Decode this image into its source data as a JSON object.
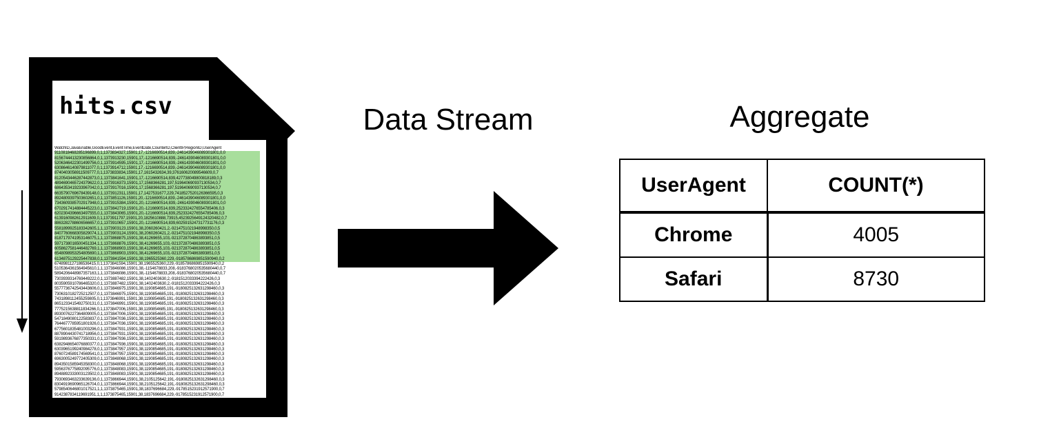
{
  "file_card": {
    "filename": "hits.csv",
    "highlight_color": "#a8de9c",
    "csv_header": "WatchID,JavaEnable,GoodEvent,EventTime,EventDate,CounterID,ClientIP,RegionID,UserAgent",
    "highlighted_rows": [
      "9110818468285196899,0,1,1373834327,15901,17,-1216690514,839,-2461439046089301801,0,0",
      "8156744413230856864,0,1,1373913230,15901,17,-1216690514,839,-2461439046089301801,0,0",
      "5206346422301499756,0,1,1373914595,15901,17,-1216690514,839,-2461439046089301801,0,0",
      "6308646140879811077,0,1,1373914712,15901,17,-1216690514,839,-2461439046089301801,0,0",
      "8740403056911509777,0,1,1373833834,15901,17,1615432634,39,376160620089546609,0,7",
      "8120543446287442873,0,1,1373841641,15901,17,-1216690514,839,427738049800818189,0,3",
      "4894690465724379622,0,1,1373916373,15901,17,1568366281,197,519640690937130534,0,7",
      "6864353419233967042,0,1,1373917016,15901,17,1568366281,197,519640690937130534,0,7",
      "6635790769678439148,0,1,1373912311,15901,17,1427531677,229,7418527520126366595,0,3",
      "8924809397503602651,0,1,1373851126,15901,20,-1216690514,839,-2461439046089301801,0,0",
      "7343609385702917948,0,1,1373915384,15901,20,-1216690514,839,-2461439046089301801,0,0",
      "6702917414884445223,0,1,1373842719,15901,20,-1216690514,839,2523324276554785406,0,3",
      "6202304396663497555,0,1,1373843065,15901,20,-1216690514,839,2523324276554785406,0,3",
      "6139160982612911609,0,1,1373911797,15901,20,1825610888,73915,4523925649124320482,0,7",
      "8863282788606566657,0,1,1373910657,15901,20,-1216690514,839,6025915247317731176,0,3",
      "5581899925183342605,1,1,1373903123,15901,38,2060260421,2,-9214751021948998350,0,5",
      "8407760668305829074,1,1,1373903124,15901,38,2060260421,2,-9214751021948998350,0,5",
      "8187179741953146075,1,1,1373868875,15901,38,41269655,103,-9213728704863893851,0,5",
      "5971738016500451334,1,1,1373868876,15901,38,41269655,103,-9213728704863893851,0,5",
      "6058627581446482769,1,1,1373868903,15901,38,41269655,103,-9213728704863893851,0,5",
      "6548098953254805690,1,1,1373868903,15901,38,41269655,103,-9213728704863893851,0,5",
      "6134875129225447838,0,1,1373841594,15901,38,1965525360,229,-9185786869851590940,0,2"
    ],
    "plain_rows": [
      "6748981127186536415,0,1,1373841594,15901,38,1965525360,229,-9185786869851590940,0,2",
      "5105364361564945610,1,1,1373846086,15901,38,-1154678833,208,-9183768020535680440,0,7",
      "5894206448987357163,1,1,1373846086,15901,38,-1154678833,208,-9183768020535680440,0,7",
      "7303939314769449222,0,1,1373887482,15901,38,1402403630,2,-9181512033394222426,0,3",
      "8035905910786465320,0,1,1373887482,15901,38,1402403630,2,-9181512033394222426,0,3",
      "5577736742543443606,0,1,1373846975,15901,38,1190854685,191,-9180825132631298460,0,3",
      "7306310182725212507,0,1,1373846975,15901,38,1190854685,191,-9180825132631298460,0,3",
      "7431898112455259805,0,1,1373846991,15901,38,1190854685,191,-9180825132631298460,0,3",
      "8651233415492750131,0,1,1373846991,15901,38,1190854685,191,-9180825132631298460,0,3",
      "7775215638811834266,0,1,1373847006,15901,38,1190854685,191,-9180825132631298460,0,3",
      "8930076227364809005,0,1,1373847006,15901,38,1190854685,191,-9180825132631298460,0,3",
      "5471849080122583837,0,1,1373847036,15901,38,1190854685,191,-9180825132631298460,0,3",
      "7644677785951801926,0,1,1373847036,15901,38,1190854685,191,-9180825132631298460,0,3",
      "6775601835481003296,0,1,1373847931,15901,38,1190854685,191,-9180825132631298460,0,3",
      "8878904430741718956,0,1,1373847931,15901,38,1190854685,191,-9180825132631298460,0,3",
      "5919893676877350331,0,1,1373847936,15901,38,1190854685,191,-9180825132631298460,0,3",
      "6382948654076880377,0,1,1373847936,15901,38,1190854685,191,-9180825132631298460,0,3",
      "6303965199240984278,0,1,1373847957,15901,38,1190854685,191,-9180825132631298460,0,3",
      "8760724589174569541,0,1,1373847957,15901,38,1190854685,191,-9180825132631298460,0,3",
      "6963005249772405309,0,1,1373848068,15901,38,1190854685,191,-9180825132631298460,0,3",
      "8943501585945358300,0,1,1373848068,15901,38,1190854685,191,-9180825132631298460,0,3",
      "5956376775892095776,0,1,1373848083,15901,38,1190854685,191,-9180825132631298460,0,3",
      "8948892333003123502,0,1,1373848083,15901,38,1190854685,191,-9180825132631298460,0,3",
      "7930693463233639136,0,1,1373866944,15901,38,2105125642,191,-9180825132631298460,0,3",
      "8304919690965126704,0,1,1373866944,15901,38,2105125642,191,-9180825132631298460,0,3",
      "5798540646801017521,1,1,1373875465,15901,38,1837696684,229,-9178515231912571900,0,7",
      "9142387834119691951,1,1,1373875465,15901,38,1837696684,229,-9178515231912571900,0,7"
    ]
  },
  "stream": {
    "label": "Data Stream"
  },
  "aggregate": {
    "title": "Aggregate",
    "table": {
      "headers": [
        "UserAgent",
        "COUNT(*)"
      ],
      "rows": [
        {
          "user_agent": "Chrome",
          "count": "4005"
        },
        {
          "user_agent": "Safari",
          "count": "8730"
        }
      ]
    }
  }
}
